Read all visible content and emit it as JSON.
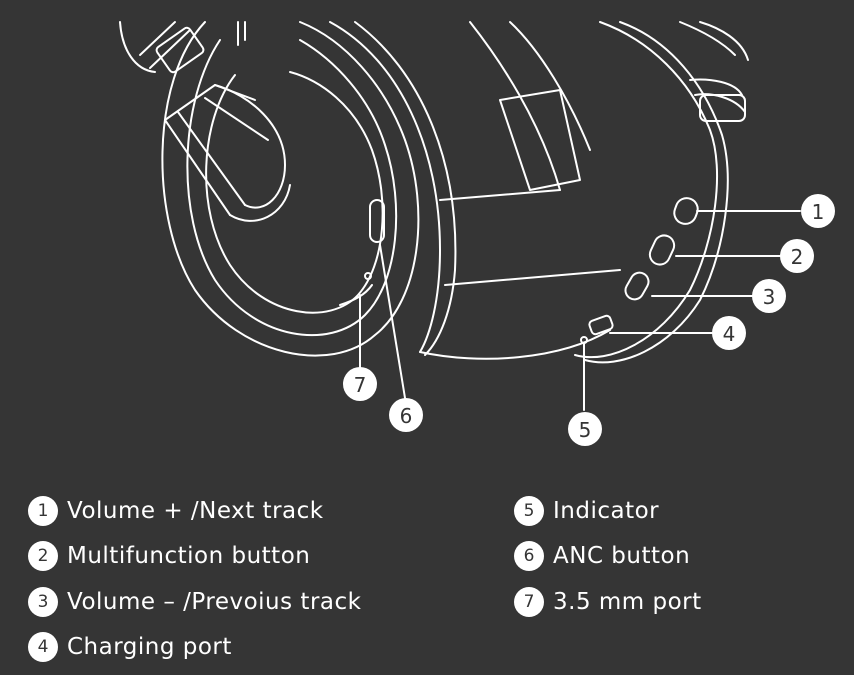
{
  "colors": {
    "background": "#353535",
    "line": "#ffffff",
    "badge_fill": "#ffffff",
    "badge_text": "#353535"
  },
  "callouts": [
    {
      "number": "1"
    },
    {
      "number": "2"
    },
    {
      "number": "3"
    },
    {
      "number": "4"
    },
    {
      "number": "5"
    },
    {
      "number": "6"
    },
    {
      "number": "7"
    }
  ],
  "legend": [
    {
      "number": "1",
      "label": "Volume + /Next track"
    },
    {
      "number": "2",
      "label": "Multifunction button"
    },
    {
      "number": "3",
      "label": "Volume – /Prevoius track"
    },
    {
      "number": "4",
      "label": "Charging port"
    },
    {
      "number": "5",
      "label": "Indicator"
    },
    {
      "number": "6",
      "label": "ANC button"
    },
    {
      "number": "7",
      "label": "3.5 mm port"
    }
  ]
}
